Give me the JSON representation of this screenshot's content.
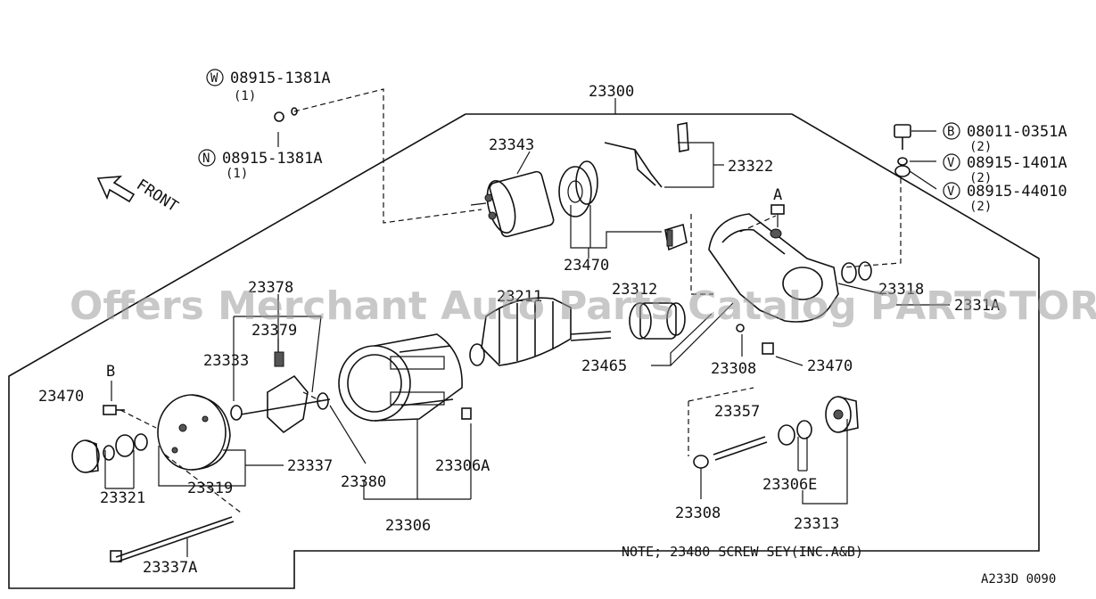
{
  "watermark": "Offers Merchant Auto Parts Catalog PARTSTORE.CA",
  "front_label": "FRONT",
  "footer_code": "A233D 0090",
  "note": "NOTE; 23480 SCREW SEY(INC.A&B)",
  "markers": {
    "a": "A",
    "b": "B"
  },
  "fasteners": {
    "w": {
      "badge": "W",
      "code": "08915-1381A",
      "qty": "(1)"
    },
    "n": {
      "badge": "N",
      "code": "08915-1381A",
      "qty": "(1)"
    },
    "b": {
      "badge": "B",
      "code": "08011-0351A",
      "qty": "(2)"
    },
    "v1": {
      "badge": "V",
      "code": "08915-1401A",
      "qty": "(2)"
    },
    "v2": {
      "badge": "V",
      "code": "08915-44010",
      "qty": "(2)"
    }
  },
  "parts": {
    "p23300": "23300",
    "p23343": "23343",
    "p23322": "23322",
    "p23470_top": "23470",
    "p23470_mid": "23470",
    "p23470_left": "23470",
    "p23318": "23318",
    "p2331A": "2331A",
    "p23378": "23378",
    "p23379": "23379",
    "p23333": "23333",
    "p23211": "23211",
    "p23312": "23312",
    "p23465": "23465",
    "p23308_mid": "23308",
    "p23308_low": "23308",
    "p23357": "23357",
    "p23306E": "23306E",
    "p23313": "23313",
    "p23337": "23337",
    "p23319": "23319",
    "p23321": "23321",
    "p23380": "23380",
    "p23306A": "23306A",
    "p23306": "23306",
    "p23337A": "23337A"
  }
}
